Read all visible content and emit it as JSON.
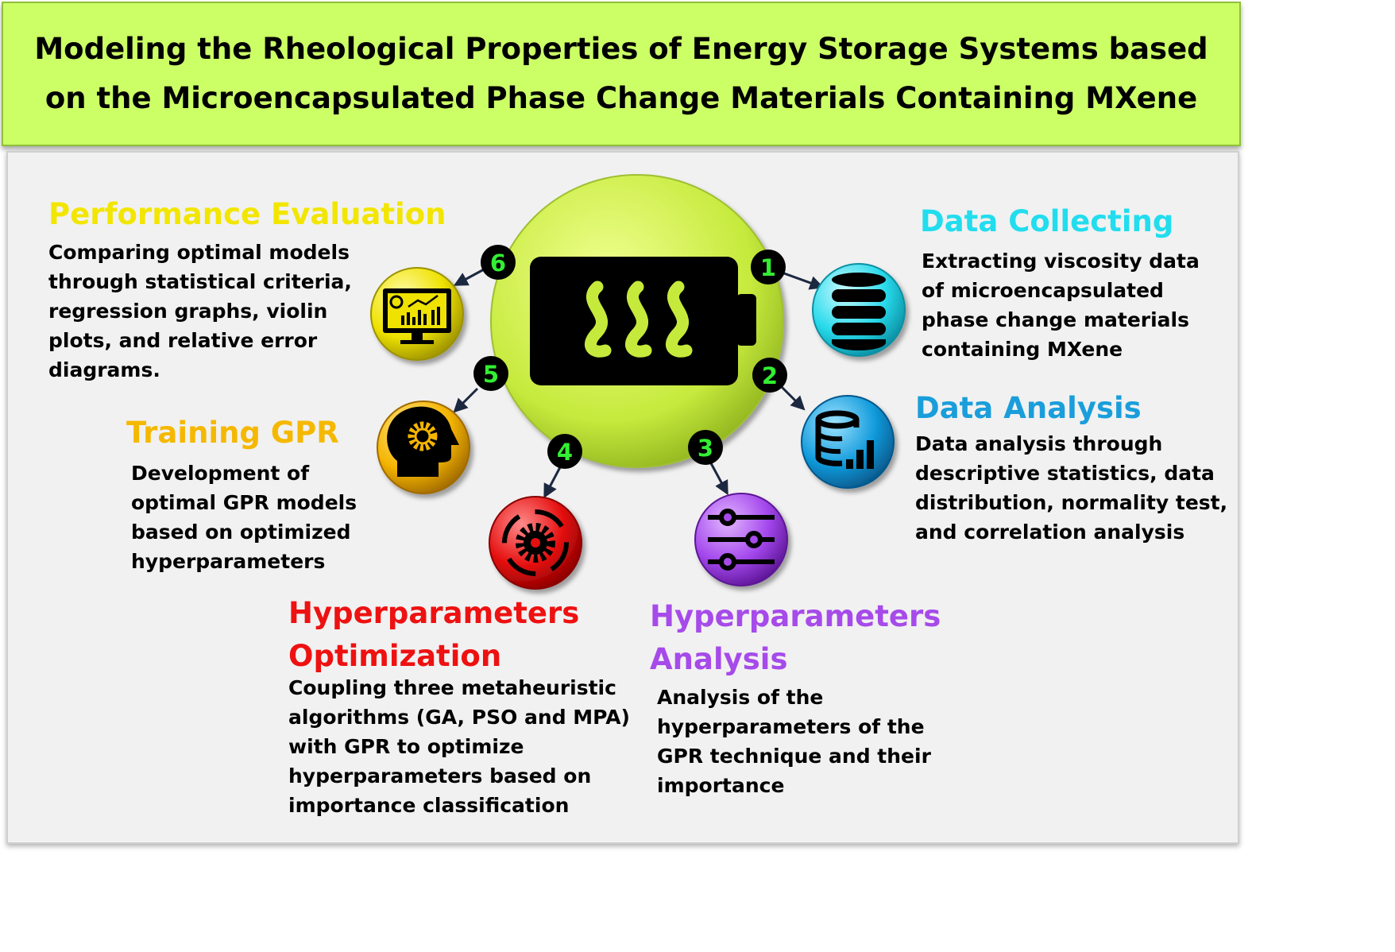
{
  "title": {
    "line1": "Modeling the Rheological Properties of Energy Storage Systems based",
    "line2": "on the Microencapsulated Phase Change Materials Containing MXene"
  },
  "colors": {
    "banner": "#ccff66",
    "hub": "#ccee44",
    "data_collecting": "#22ddee",
    "data_analysis": "#1a9edb",
    "hyperparameters_analysis": "#a64bea",
    "hyperparameters_optimization": "#ee1111",
    "training_gpr": "#f5b800",
    "performance_evaluation": "#f2e600",
    "step_number": "#33ee33"
  },
  "steps": [
    {
      "number": "1",
      "heading": "Data Collecting",
      "description": "Extracting viscosity data of microencapsulated phase change materials containing MXene",
      "icon": "database-icon"
    },
    {
      "number": "2",
      "heading": "Data Analysis",
      "description": "Data analysis through descriptive statistics, data distribution, normality test, and correlation analysis",
      "icon": "database-chart-icon"
    },
    {
      "number": "3",
      "heading_line1": "Hyperparameters",
      "heading_line2": "Analysis",
      "description": "Analysis of the hyperparameters of the GPR technique and their importance",
      "icon": "sliders-icon"
    },
    {
      "number": "4",
      "heading_line1": "Hyperparameters",
      "heading_line2": "Optimization",
      "description": "Coupling three metaheuristic algorithms (GA, PSO and MPA) with GPR to optimize hyperparameters based on importance classification",
      "icon": "gear-cycle-icon"
    },
    {
      "number": "5",
      "heading": "Training GPR",
      "description": "Development of optimal GPR models based on optimized hyperparameters",
      "icon": "head-gear-icon"
    },
    {
      "number": "6",
      "heading": "Performance Evaluation",
      "description": "Comparing optimal models through  statistical criteria, regression graphs, violin plots, and relative error diagrams.",
      "icon": "monitor-chart-icon"
    }
  ]
}
